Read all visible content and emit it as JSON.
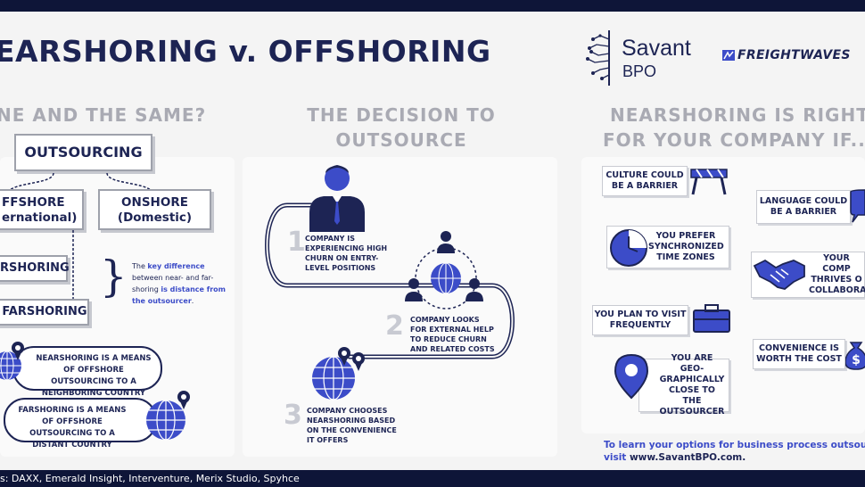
{
  "header": {
    "title": "EARSHORING v. OFFSHORING",
    "brand_name": "Savant",
    "brand_sub": "BPO",
    "partner_logo": "FREIGHTWAVES"
  },
  "col1": {
    "heading": "NE AND THE SAME?",
    "outsourcing": "OUTSOURCING",
    "offshore_title": "FFSHORE",
    "offshore_sub": "ernational)",
    "onshore_title": "ONSHORE",
    "onshore_sub": "(Domestic)",
    "nearshoring": "RSHORING",
    "farshoring": "FARSHORING",
    "key_pre": "The ",
    "key_hl1": "key difference",
    "key_mid": " between near- and far-shoring ",
    "key_hl2": "is distance from the outsourcer",
    "key_end": ".",
    "near_bold": "NEARSHORING",
    "near_rest": " IS A MEANS OF OFFSHORE OUTSOURCING TO A NEIGHBORING COUNTRY",
    "far_bold": "FARSHORING",
    "far_rest": " IS A MEANS OF OFFSHORE OUTSOURCING TO A DISTANT COUNTRY"
  },
  "col2": {
    "heading_line1": "THE DECISION TO",
    "heading_line2": "OUTSOURCE",
    "step1_num": "1",
    "step1_text": "COMPANY IS EXPERIENCING HIGH CHURN ON ENTRY-LEVEL POSITIONS",
    "step2_num": "2",
    "step2_text": "COMPANY LOOKS FOR EXTERNAL HELP TO REDUCE CHURN AND RELATED COSTS",
    "step3_num": "3",
    "step3_text": "COMPANY CHOOSES NEARSHORING BASED ON THE CONVENIENCE IT OFFERS"
  },
  "col3": {
    "heading_line1": "NEARSHORING IS RIGHT",
    "heading_line2": "FOR YOUR COMPANY IF...",
    "items": [
      "CULTURE COULD BE A BARRIER",
      "LANGUAGE COULD BE A BARRIER",
      "YOU PREFER SYNCHRONIZED TIME ZONES",
      "YOUR COMP THRIVES O COLLABORA",
      "YOU PLAN TO VISIT FREQUENTLY",
      "CONVENIENCE IS WORTH THE COST",
      "YOU ARE GEO-GRAPHICALLY CLOSE TO THE OUTSOURCER"
    ],
    "cta_line1": "To learn your options for business process outsourc",
    "cta_visit": "visit ",
    "cta_url": "www.SavantBPO.com."
  },
  "footer": {
    "sources": "s: DAXX, Emerald Insight, Interventure, Merix Studio, Spyhce"
  },
  "colors": {
    "navy": "#1d2454",
    "accent": "#3c4cc8",
    "gray_heading": "#a9aab3"
  }
}
